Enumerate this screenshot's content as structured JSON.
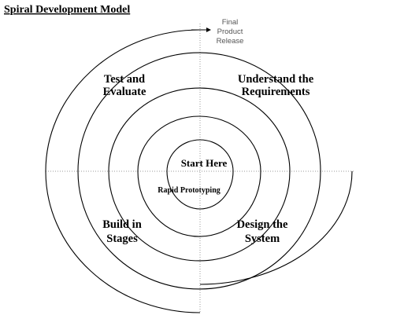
{
  "diagram": {
    "title": "Spiral Development Model",
    "final_release": {
      "line1": "Final",
      "line2": "Product",
      "line3": "Release"
    },
    "quadrants": {
      "top_left": {
        "line1": "Test and",
        "line2": "Evaluate"
      },
      "top_right": {
        "line1": "Understand the",
        "line2": "Requirements"
      },
      "bottom_left": {
        "line1": "Build in",
        "line2": "Stages"
      },
      "bottom_right": {
        "line1": "Design the",
        "line2": "System"
      }
    },
    "center": {
      "start": "Start Here",
      "rapid": "Rapid Prototyping"
    },
    "colors": {
      "line": "#000000",
      "axis": "#999999",
      "text": "#000000",
      "final_text": "#555555"
    }
  }
}
